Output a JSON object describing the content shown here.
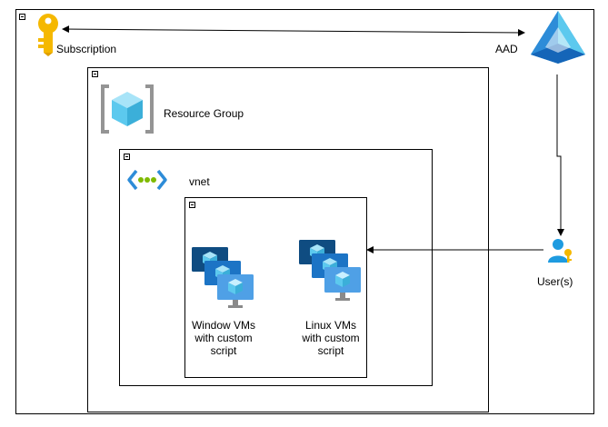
{
  "labels": {
    "subscription": "Subscription",
    "aad": "AAD",
    "resource_group": "Resource Group",
    "vnet": "vnet",
    "users": "User(s)",
    "windows_vms": "Window VMs with custom script",
    "linux_vms": "Linux VMs with custom script"
  },
  "icons": {
    "subscription": "key-icon",
    "aad": "azure-ad-pyramid-icon",
    "resource_group": "resource-group-cube-icon",
    "vnet": "vnet-icon",
    "users": "user-icon",
    "windows_vms": "virtual-machines-icon",
    "linux_vms": "virtual-machines-icon"
  },
  "colors": {
    "key_gold": "#F5B800",
    "aad_blue": "#1E9BE0",
    "rg_cyan": "#5CC9EE",
    "vm_dark": "#0F4C81",
    "vm_mid": "#1C74C5",
    "vm_light": "#4FA0E6",
    "vnet_blue": "#2D8CD8",
    "vnet_green": "#7FBA00"
  }
}
